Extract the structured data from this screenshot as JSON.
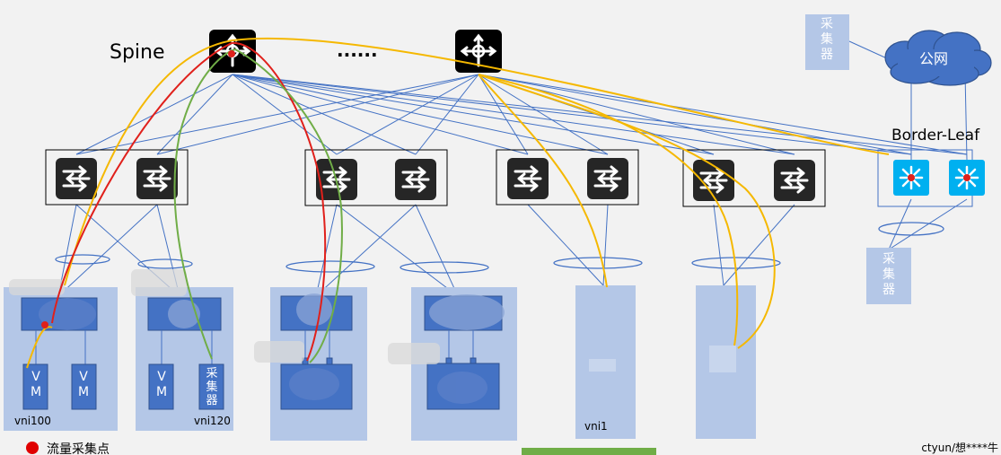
{
  "labels": {
    "spine": "Spine",
    "dots": "......",
    "border_leaf": "Border-Leaf",
    "public_net": "公网",
    "collector_top": "采\n集\n器",
    "collector_right": "采\n集\n器",
    "collector_host": "采\n集\n器",
    "vm_a": "V\nM",
    "vm_b": "V\nM",
    "vm_c": "V\nM",
    "vni100": "vni100",
    "vni120": "vni120",
    "vni1": "vni1",
    "legend": "流量采集点",
    "watermark": "ctyun/想****牛"
  },
  "colors": {
    "background": "#f2f2f2",
    "link_blue": "#4472c4",
    "host_panel": "#b4c7e7",
    "vm_box": "#4472c4",
    "switch_dark": "#262626",
    "border_leaf_icon": "#00b0f0",
    "cloud": "#4472c4",
    "flow_red": "#e0201b",
    "flow_green": "#70ad47",
    "flow_orange": "#f5b800"
  }
}
